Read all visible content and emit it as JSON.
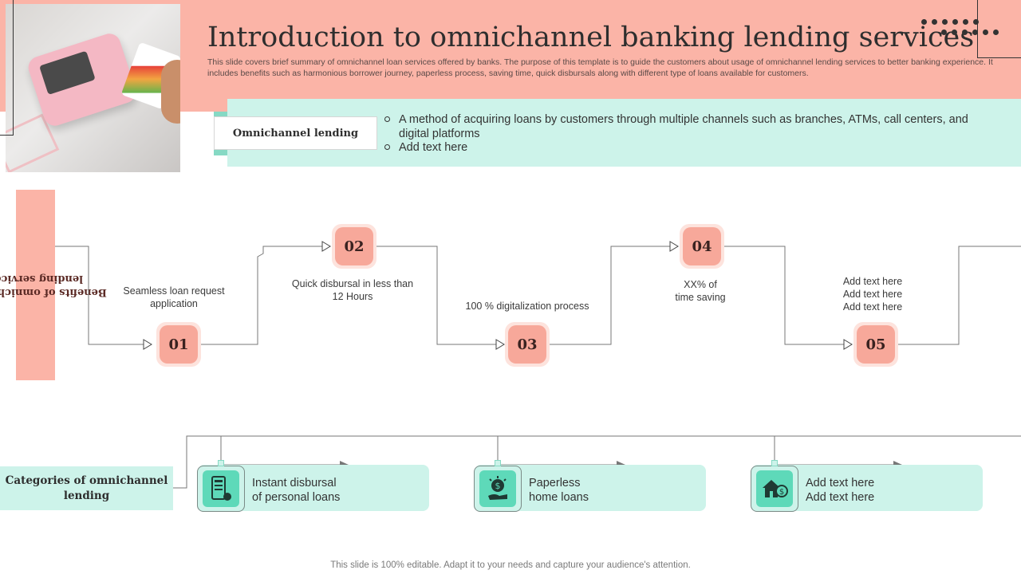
{
  "header": {
    "title": "Introduction to omnichannel banking lending services",
    "subtitle": "This slide covers brief summary of omnichannel loan services offered by banks. The purpose of this template is to guide the customers about usage of omnichannel lending services to better banking experience. It includes benefits such as harmonious borrower journey, paperless process, saving time, quick disbursals along with different type  of loans available for customers."
  },
  "omnichannel": {
    "label": "Omnichannel lending",
    "bullets": [
      "A method of acquiring loans by customers through multiple channels such as branches, ATMs, call centers, and digital platforms",
      "Add text here"
    ]
  },
  "benefits": {
    "label": "Benefits of omnichannel lending services",
    "steps": [
      {
        "number": "01",
        "text_lines": [
          "Seamless loan request",
          "application"
        ]
      },
      {
        "number": "02",
        "text_lines": [
          "Quick disbursal in less than",
          "12 Hours"
        ]
      },
      {
        "number": "03",
        "text_lines": [
          "100 % digitalization process"
        ]
      },
      {
        "number": "04",
        "text_lines": [
          "XX%  of",
          "time saving"
        ]
      },
      {
        "number": "05",
        "text_lines": [
          "Add text here",
          "Add text here",
          "Add text here"
        ]
      }
    ]
  },
  "categories": {
    "label": "Categories of omnichannel lending",
    "items": [
      {
        "icon": "mobile-loan-icon",
        "lines": [
          "Instant disbursal",
          "of personal loans"
        ]
      },
      {
        "icon": "paperless-money-icon",
        "lines": [
          "Paperless",
          "home loans"
        ]
      },
      {
        "icon": "house-dollar-icon",
        "lines": [
          "Add text here",
          "Add text here"
        ]
      }
    ]
  },
  "footer": "This slide is 100% editable. Adapt it to your needs and capture your audience's attention.",
  "colors": {
    "salmon": "#fbb4a7",
    "mint": "#cdf3ea",
    "teal": "#5ed9b9",
    "step": "#f7a89a"
  }
}
